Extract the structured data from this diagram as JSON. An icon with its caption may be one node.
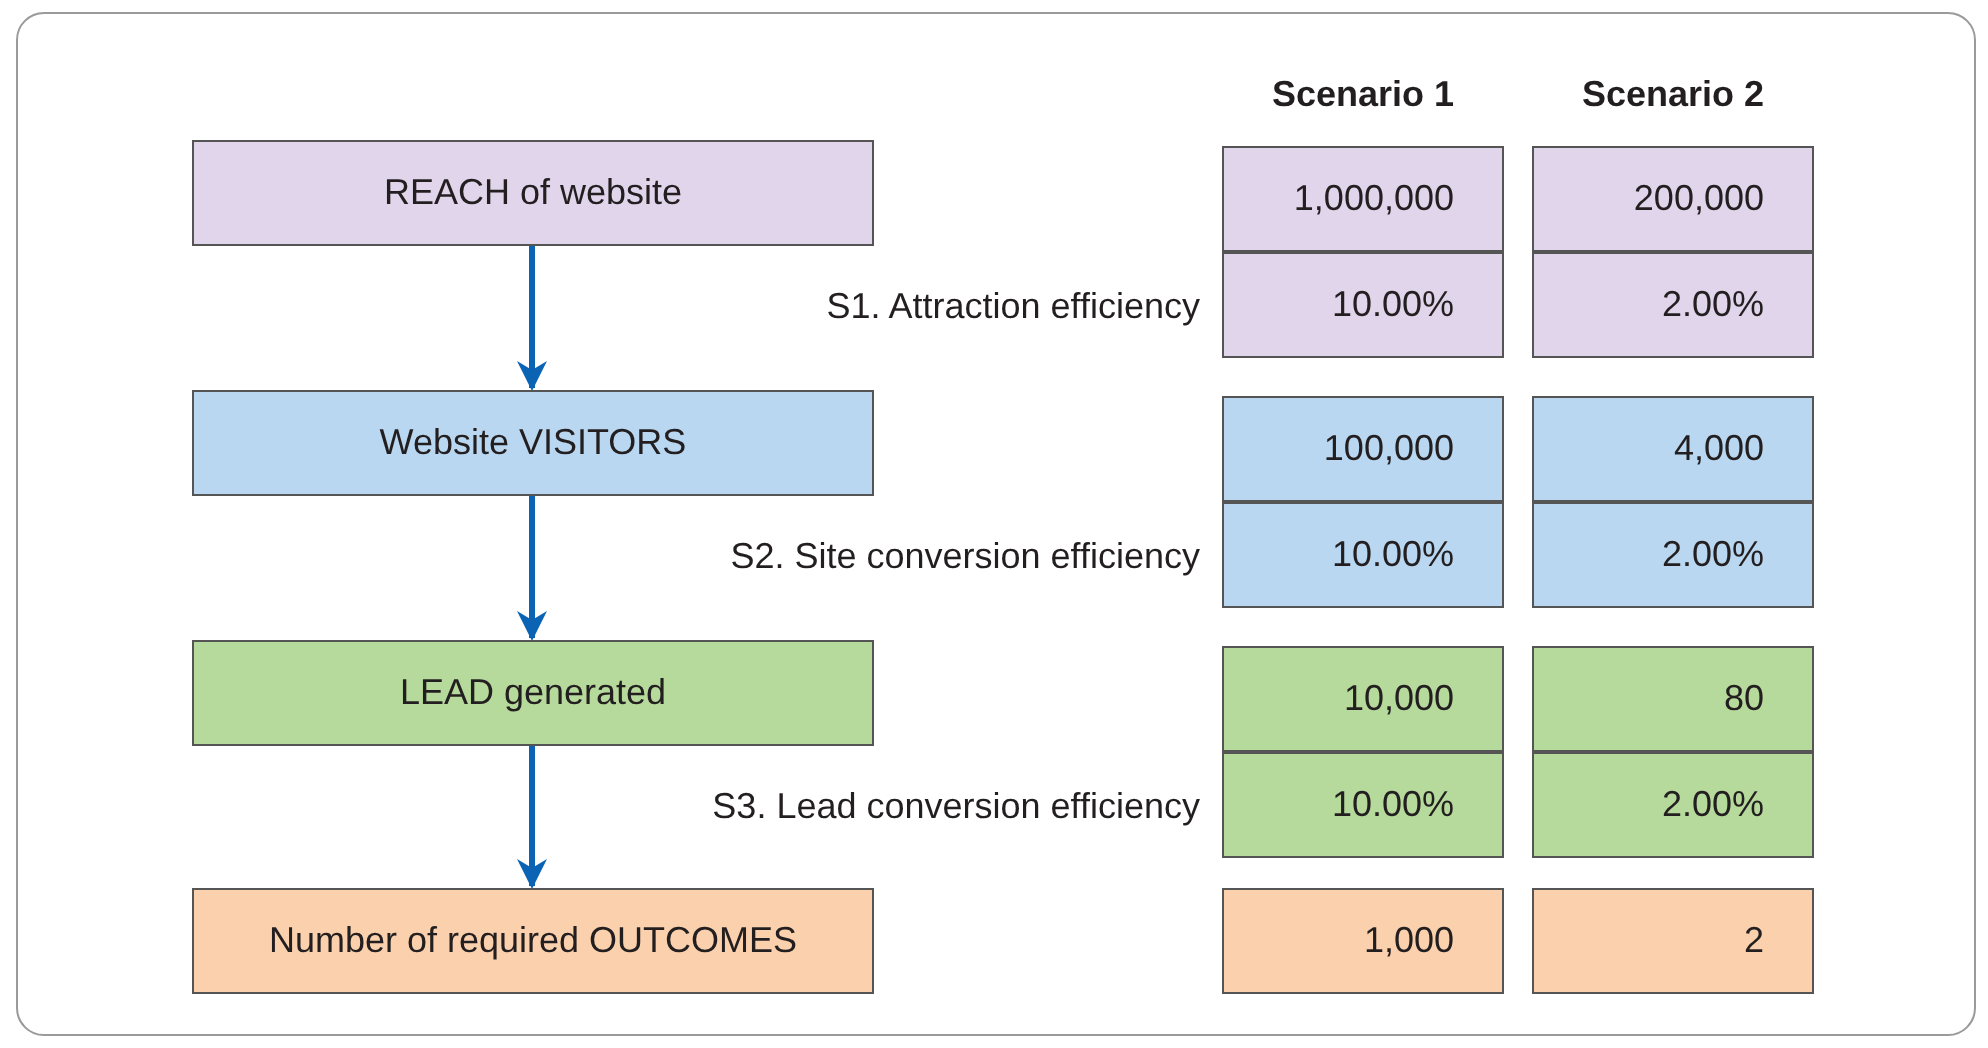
{
  "diagram": {
    "nodes": [
      {
        "text": [
          "REACH of website"
        ]
      },
      {
        "text": [
          "Website VISITORS"
        ]
      },
      {
        "text": [
          "LEAD generated"
        ]
      },
      {
        "text": [
          "Number of required OUTCOMES"
        ]
      }
    ],
    "edges": [
      {
        "from": 0,
        "to": 1,
        "arrow": "to"
      },
      {
        "from": 1,
        "to": 2,
        "arrow": "to"
      },
      {
        "from": 2,
        "to": 3,
        "arrow": "to"
      }
    ],
    "labels": [
      "Scenario 1",
      "Scenario 2",
      "1,000,000",
      "200,000",
      "S1. Attraction efficiency",
      "10.00%",
      "2.00%",
      "100,000",
      "4,000",
      "S2. Site conversion efficiency",
      "10.00%",
      "2.00%",
      "10,000",
      "80",
      "S3. Lead conversion efficiency",
      "10.00%",
      "2.00%",
      "1,000",
      "2"
    ]
  }
}
